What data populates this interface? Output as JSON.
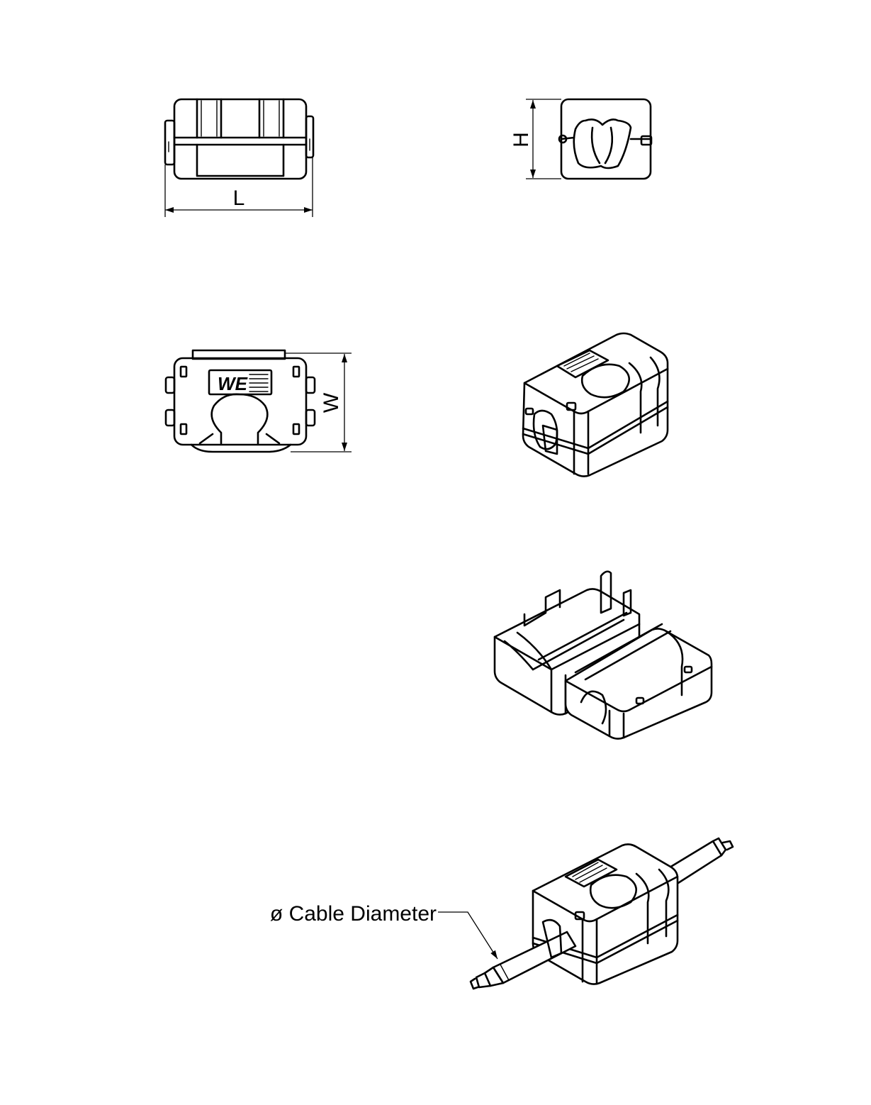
{
  "dimensions": {
    "length_label": "L",
    "height_label": "H",
    "width_label": "W"
  },
  "callouts": {
    "cable_diameter": "ø Cable Diameter"
  },
  "logo_text": "WE"
}
